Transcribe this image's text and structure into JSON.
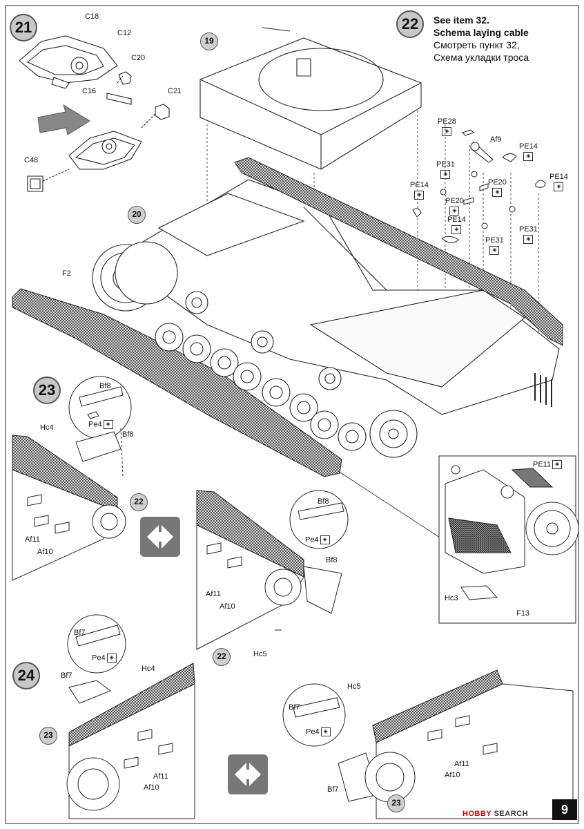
{
  "steps": {
    "s21": "21",
    "s22": "22",
    "s23": "23",
    "s24": "24"
  },
  "note": {
    "en_line1": "See item 32.",
    "en_line2": "Schema laying cable",
    "ru_line1": "Смотреть пункт 32,",
    "ru_line2": "Схема укладки троса"
  },
  "step21_parts": {
    "c18": "C18",
    "c12": "C12",
    "c20": "C20",
    "c16": "C16",
    "c21": "C21",
    "c48": "C48"
  },
  "step22_parts": {
    "p19": "19",
    "p20": "20",
    "f2": "F2",
    "pe28": "PE28",
    "af9": "Af9",
    "pe14a": "PE14",
    "pe31a": "PE31",
    "pe14b": "PE14",
    "pe20a": "PE20",
    "pe14c": "PE14",
    "pe20b": "PE20",
    "pe14d": "PE14",
    "pe31b": "PE31",
    "pe31c": "PE31",
    "pe11": "PE11",
    "hc3": "Hc3",
    "f13": "F13"
  },
  "step23_parts": {
    "bf8a": "Bf8",
    "pe4a": "Pe4",
    "hc4a": "Hc4",
    "bf8b": "Bf8",
    "ref22a": "22",
    "af11a": "Af11",
    "af10a": "Af10",
    "bf8c": "Bf8",
    "pe4b": "Pe4",
    "bf8d": "Bf8",
    "af11b": "Af11",
    "af10b": "Af10",
    "hc5a": "Hc5",
    "ref22b": "22"
  },
  "step24_parts": {
    "bf7a": "Bf7",
    "pe4c": "Pe4",
    "bf7b": "Bf7",
    "hc4b": "Hc4",
    "ref23a": "23",
    "af11c": "Af11",
    "af10c": "Af10",
    "hc5b": "Hc5",
    "bf7c": "Bf7",
    "pe4d": "Pe4",
    "bf7d": "Bf7",
    "af11d": "Af11",
    "af10d": "Af10",
    "ref23b": "23"
  },
  "page_number": "9",
  "watermark": {
    "brand": "HOBBY",
    "rest": "SEARCH"
  },
  "colors": {
    "ink": "#111111",
    "callout_fill": "#c8c8c8",
    "arrow_fill": "#888888"
  }
}
